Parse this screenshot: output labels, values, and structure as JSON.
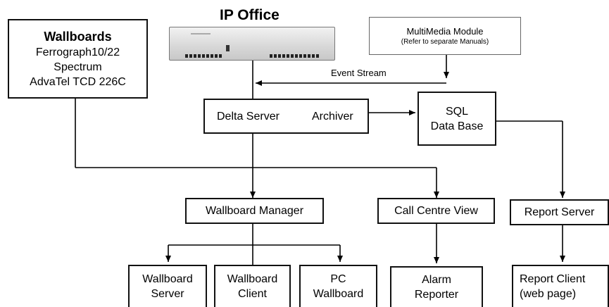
{
  "diagram": {
    "wallboards": {
      "title": "Wallboards",
      "lines": [
        "Ferrograph10/22",
        "Spectrum",
        "AdvaTel TCD 226C"
      ]
    },
    "ip_office": {
      "title": "IP Office"
    },
    "multimedia_module": {
      "title": "MultiMedia Module",
      "note": "(Refer to separate Manuals)"
    },
    "event_stream_label": "Event Stream",
    "delta_server": "Delta Server",
    "archiver": "Archiver",
    "sql_database": [
      "SQL",
      "Data Base"
    ],
    "wallboard_manager": "Wallboard Manager",
    "call_centre_view": "Call Centre View",
    "report_server": "Report Server",
    "wallboard_server": [
      "Wallboard",
      "Server"
    ],
    "wallboard_client": [
      "Wallboard",
      "Client"
    ],
    "pc_wallboard": [
      "PC",
      "Wallboard"
    ],
    "alarm_reporter": [
      "Alarm",
      "Reporter"
    ],
    "report_client": [
      "Report Client",
      "(web page)"
    ]
  }
}
